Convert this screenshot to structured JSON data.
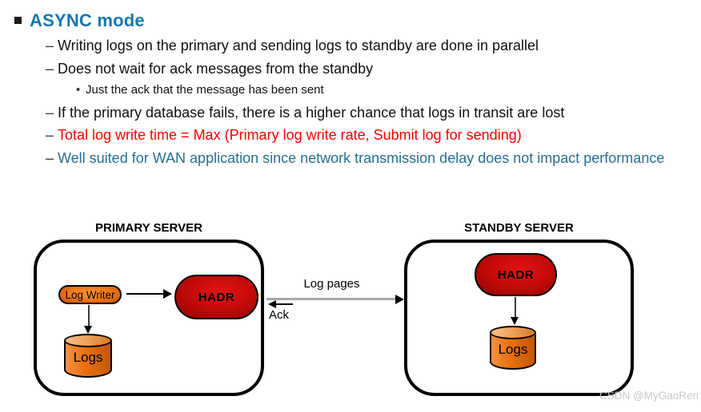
{
  "slide": {
    "title": "ASYNC mode",
    "bullets": [
      {
        "marker": "–",
        "text": "Writing logs on the primary and sending logs to standby are done in parallel"
      },
      {
        "marker": "–",
        "text": "Does not wait for ack messages from the standby"
      },
      {
        "marker": "•",
        "text": "Just the ack that the message has been sent"
      },
      {
        "marker": "–",
        "text": "If the primary database fails, there is a higher chance that logs in transit are lost"
      },
      {
        "marker": "–",
        "text": "Total log write time = Max (Primary log write rate, Submit log for sending)"
      },
      {
        "marker": "–",
        "text": "Well suited for WAN application since network transmission delay does not impact performance"
      }
    ]
  },
  "diagram": {
    "primary": {
      "title": "PRIMARY SERVER",
      "log_writer": "Log Writer",
      "hadr": "HADR",
      "logs": "Logs"
    },
    "standby": {
      "title": "STANDBY SERVER",
      "hadr": "HADR",
      "logs": "Logs"
    },
    "links": {
      "log_pages": "Log pages",
      "ack": "Ack"
    }
  },
  "watermark": "CSDN @MyGaoRen",
  "colors": {
    "title_blue": "#1477B0",
    "wan_teal": "#26708E",
    "alert_red": "#FF0000",
    "gray_arrow": "#A8A8A8"
  }
}
